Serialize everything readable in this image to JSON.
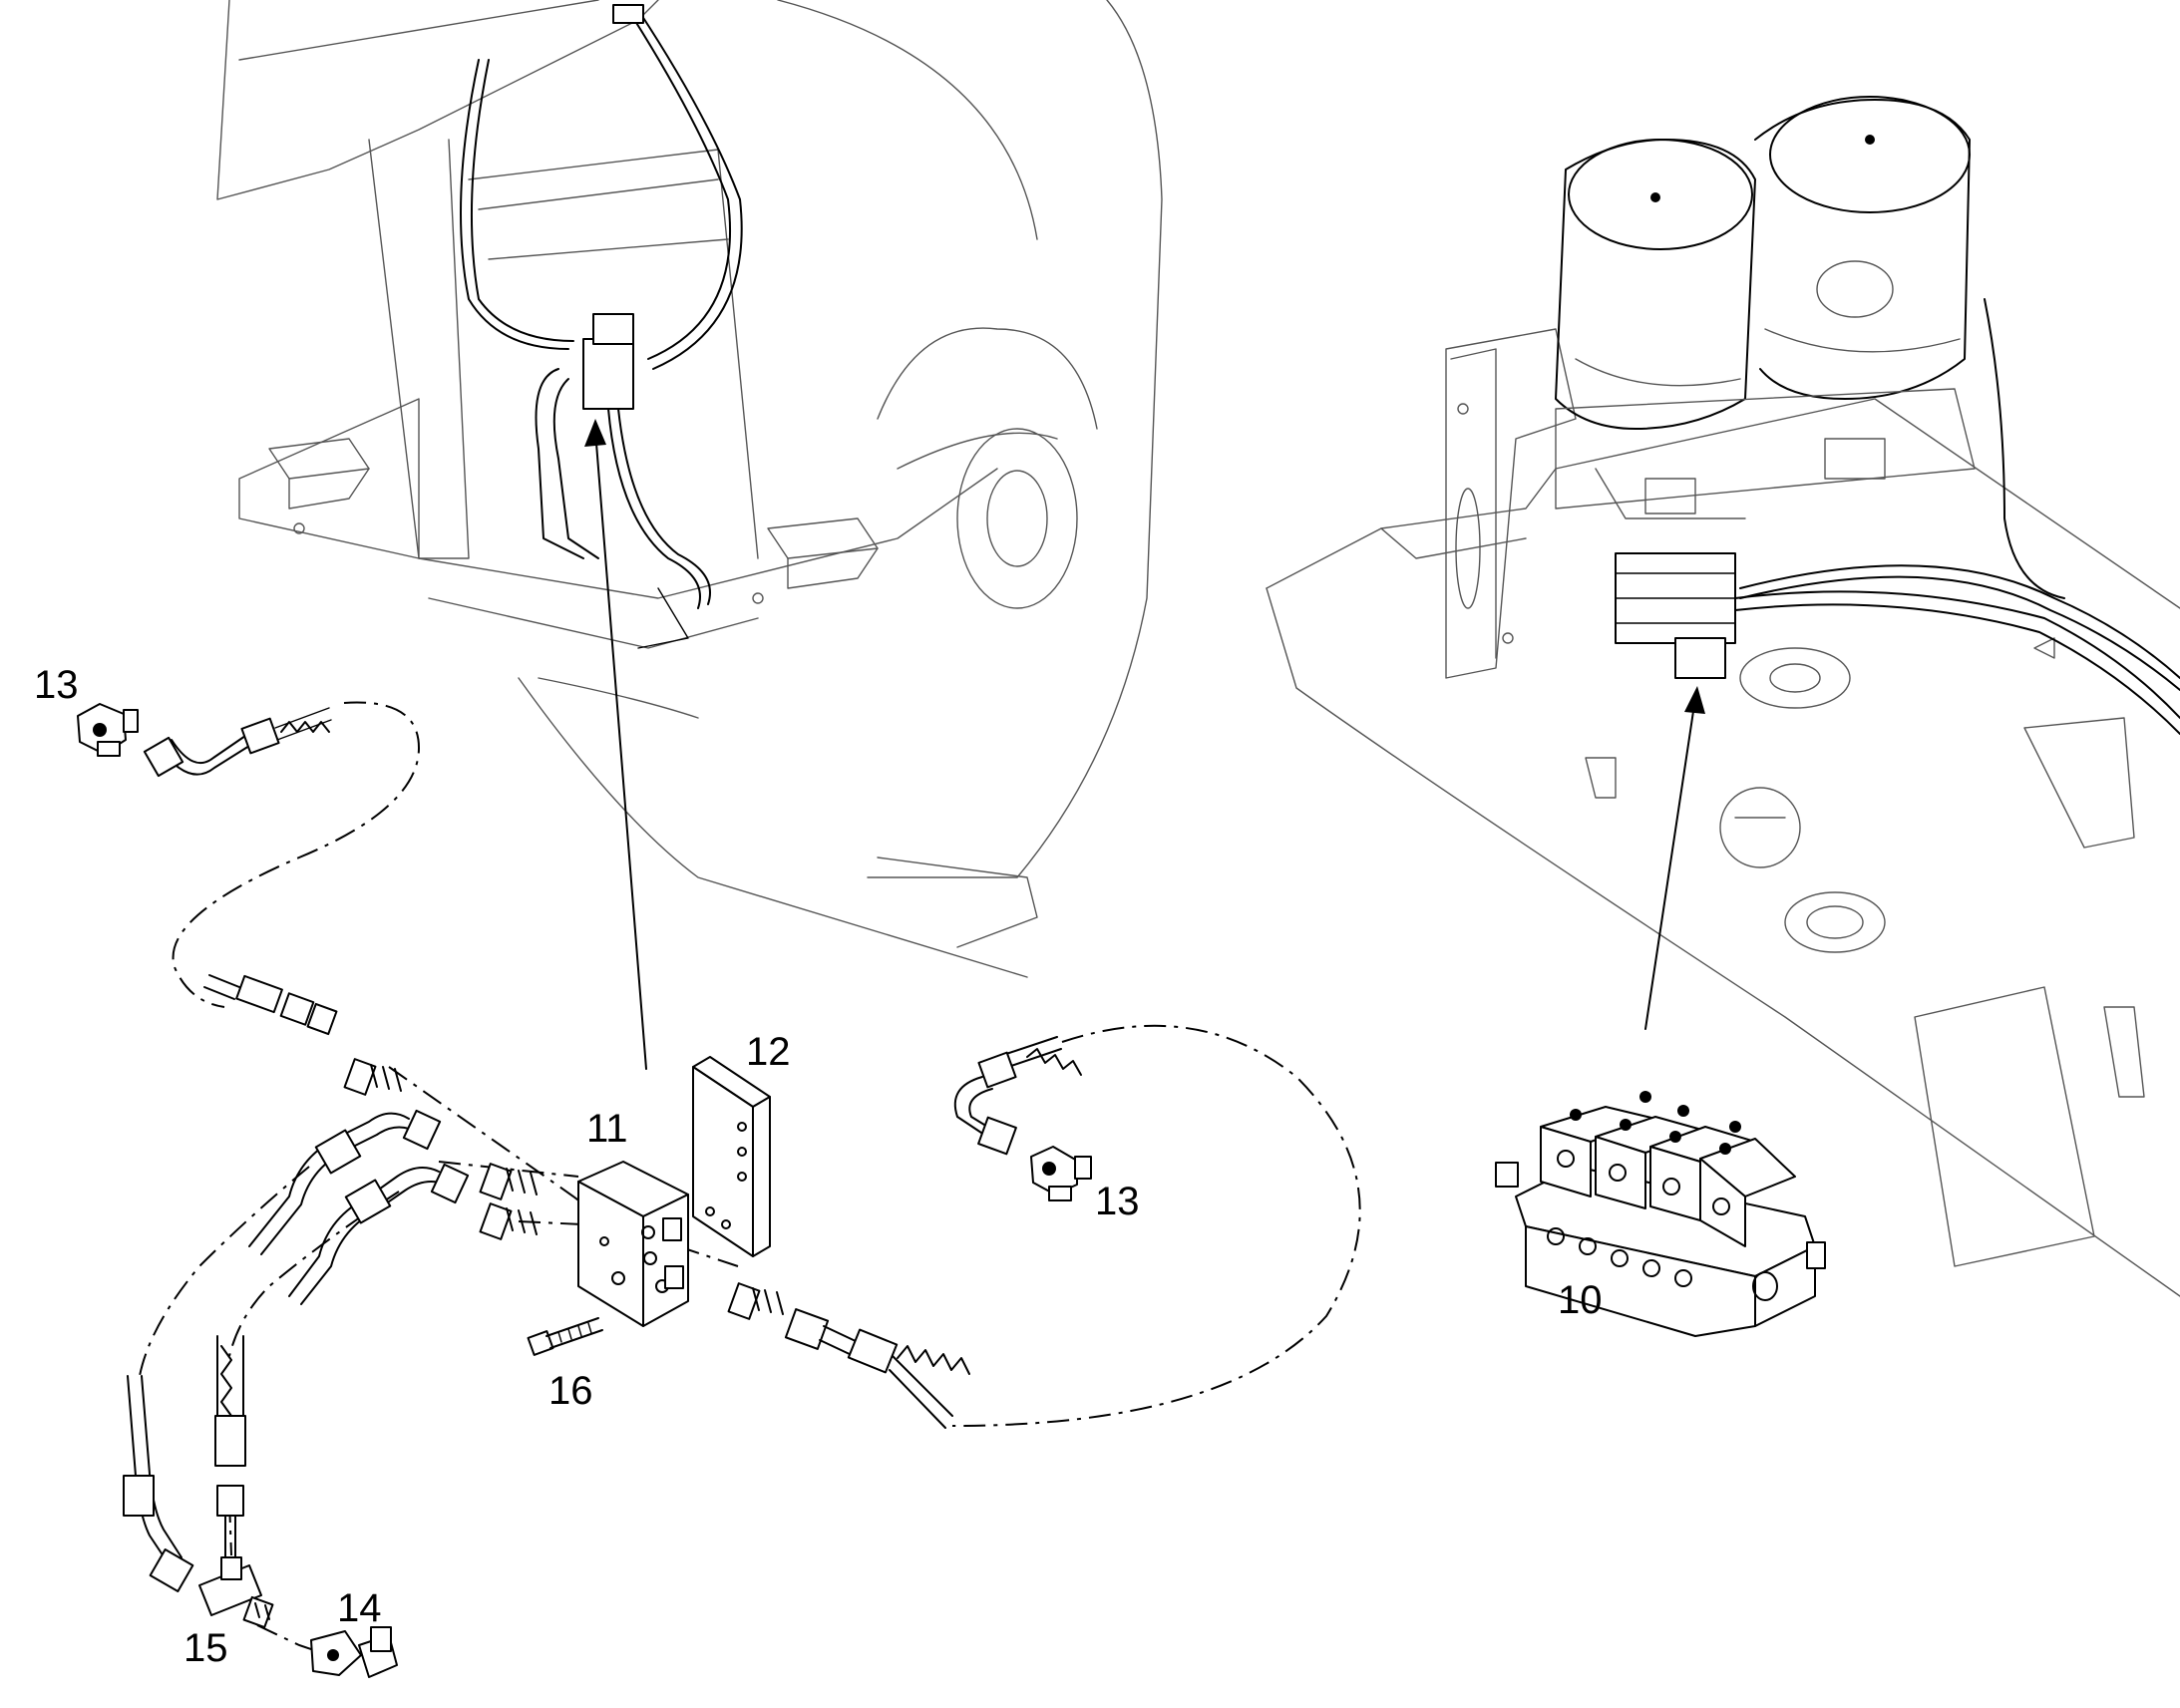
{
  "callouts": {
    "c10": "10",
    "c11": "11",
    "c12": "12",
    "c13a": "13",
    "c13b": "13",
    "c14": "14",
    "c15": "15",
    "c16": "16"
  }
}
